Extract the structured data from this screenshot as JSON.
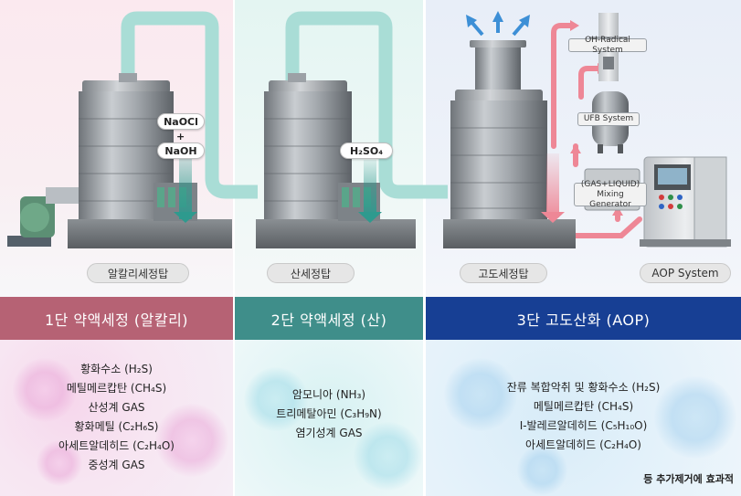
{
  "colors": {
    "stage1_accent": "#b66274",
    "stage2_accent": "#3f8e8a",
    "stage3_accent": "#173f94",
    "duct": "#a9ddd6",
    "pink_pipe": "#ee8796"
  },
  "icons": [
    "exhaust-arrows-icon",
    "downflow-arrow-icon",
    "blower-fan-icon"
  ],
  "towers": [
    {
      "name": "알칼리세정탑",
      "chemicals": [
        "NaOCl",
        "+",
        "NaOH"
      ]
    },
    {
      "name": "산세정탑",
      "chemicals": [
        "H₂SO₄"
      ]
    },
    {
      "name": "고도세정탑"
    }
  ],
  "aop": {
    "name": "AOP System",
    "oh_radical": "OH-Radical System",
    "ufb": "UFB System",
    "mixing_top": "(GAS+LIQUID)",
    "mixing_bottom": "Mixing Generator"
  },
  "stages": [
    {
      "title": "1단 약액세정 (알칼리)",
      "items": [
        "황화수소 (H₂S)",
        "메틸메르캅탄 (CH₄S)",
        "산성계 GAS",
        "황화메틸 (C₂H₆S)",
        "아세트알데히드 (C₂H₄O)",
        "중성계 GAS"
      ]
    },
    {
      "title": "2단 약액세정 (산)",
      "items": [
        "암모니아 (NH₃)",
        "트리메탈아민 (C₃H₉N)",
        "염기성계 GAS"
      ]
    },
    {
      "title": "3단 고도산화 (AOP)",
      "items": [
        "잔류 복합악취 및 황화수소 (H₂S)",
        "메틸메르캅탄 (CH₄S)",
        "I-발레르알데히드 (C₅H₁₀O)",
        "아세트알데히드 (C₂H₄O)"
      ],
      "note": "등 추가제거에 효과적"
    }
  ]
}
